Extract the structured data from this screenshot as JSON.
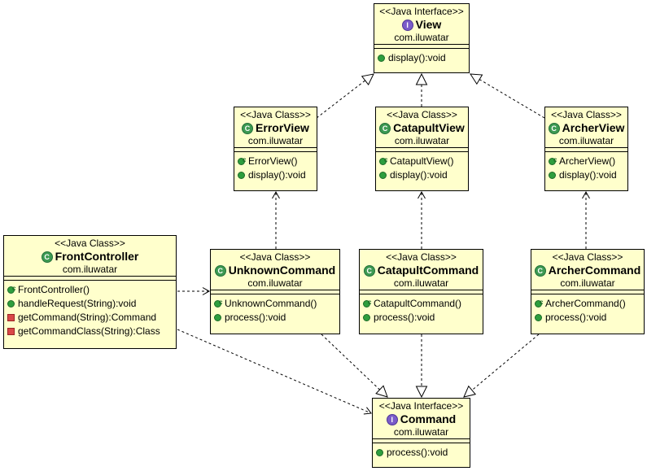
{
  "diagram": {
    "classes": [
      {
        "id": "view",
        "stereotype": "<<Java Interface>>",
        "name": "View",
        "package": "com.iluwatar",
        "kind": "interface",
        "type_icon": "I",
        "operations": [
          {
            "vis": "public",
            "text": "display():void"
          }
        ]
      },
      {
        "id": "error-view",
        "stereotype": "<<Java Class>>",
        "name": "ErrorView",
        "package": "com.iluwatar",
        "kind": "class",
        "type_icon": "C",
        "operations": [
          {
            "vis": "ctor",
            "text": "ErrorView()"
          },
          {
            "vis": "public",
            "text": "display():void"
          }
        ]
      },
      {
        "id": "catapult-view",
        "stereotype": "<<Java Class>>",
        "name": "CatapultView",
        "package": "com.iluwatar",
        "kind": "class",
        "type_icon": "C",
        "operations": [
          {
            "vis": "ctor",
            "text": "CatapultView()"
          },
          {
            "vis": "public",
            "text": "display():void"
          }
        ]
      },
      {
        "id": "archer-view",
        "stereotype": "<<Java Class>>",
        "name": "ArcherView",
        "package": "com.iluwatar",
        "kind": "class",
        "type_icon": "C",
        "operations": [
          {
            "vis": "ctor",
            "text": "ArcherView()"
          },
          {
            "vis": "public",
            "text": "display():void"
          }
        ]
      },
      {
        "id": "front-controller",
        "stereotype": "<<Java Class>>",
        "name": "FrontController",
        "package": "com.iluwatar",
        "kind": "class",
        "type_icon": "C",
        "operations": [
          {
            "vis": "ctor",
            "text": "FrontController()"
          },
          {
            "vis": "public",
            "text": "handleRequest(String):void"
          },
          {
            "vis": "private",
            "text": "getCommand(String):Command"
          },
          {
            "vis": "private",
            "text": "getCommandClass(String):Class"
          }
        ]
      },
      {
        "id": "unknown-command",
        "stereotype": "<<Java Class>>",
        "name": "UnknownCommand",
        "package": "com.iluwatar",
        "kind": "class",
        "type_icon": "C",
        "operations": [
          {
            "vis": "ctor",
            "text": "UnknownCommand()"
          },
          {
            "vis": "public",
            "text": "process():void"
          }
        ]
      },
      {
        "id": "catapult-command",
        "stereotype": "<<Java Class>>",
        "name": "CatapultCommand",
        "package": "com.iluwatar",
        "kind": "class",
        "type_icon": "C",
        "operations": [
          {
            "vis": "ctor",
            "text": "CatapultCommand()"
          },
          {
            "vis": "public",
            "text": "process():void"
          }
        ]
      },
      {
        "id": "archer-command",
        "stereotype": "<<Java Class>>",
        "name": "ArcherCommand",
        "package": "com.iluwatar",
        "kind": "class",
        "type_icon": "C",
        "operations": [
          {
            "vis": "ctor",
            "text": "ArcherCommand()"
          },
          {
            "vis": "public",
            "text": "process():void"
          }
        ]
      },
      {
        "id": "command",
        "stereotype": "<<Java Interface>>",
        "name": "Command",
        "package": "com.iluwatar",
        "kind": "interface",
        "type_icon": "I",
        "operations": [
          {
            "vis": "public",
            "text": "process():void"
          }
        ]
      }
    ],
    "relations": [
      {
        "from": "error-view",
        "to": "view",
        "type": "realization"
      },
      {
        "from": "catapult-view",
        "to": "view",
        "type": "realization"
      },
      {
        "from": "archer-view",
        "to": "view",
        "type": "realization"
      },
      {
        "from": "unknown-command",
        "to": "error-view",
        "type": "dependency"
      },
      {
        "from": "catapult-command",
        "to": "catapult-view",
        "type": "dependency"
      },
      {
        "from": "archer-command",
        "to": "archer-view",
        "type": "dependency"
      },
      {
        "from": "front-controller",
        "to": "unknown-command",
        "type": "dependency"
      },
      {
        "from": "front-controller",
        "to": "command",
        "type": "dependency"
      },
      {
        "from": "unknown-command",
        "to": "command",
        "type": "realization"
      },
      {
        "from": "catapult-command",
        "to": "command",
        "type": "realization"
      },
      {
        "from": "archer-command",
        "to": "command",
        "type": "realization"
      }
    ],
    "colors": {
      "box_fill": "#ffffcc",
      "line": "#000000",
      "class_icon": "#3d9a52",
      "interface_icon": "#7a5cc9",
      "public": "#2e9e3e",
      "private": "#d94848"
    }
  }
}
